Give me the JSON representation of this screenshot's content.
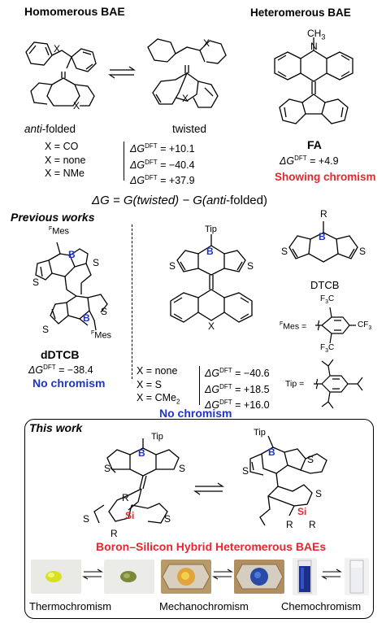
{
  "top": {
    "homomerous_title": "Homomerous BAE",
    "heteromerous_title": "Heteromerous BAE",
    "anti_folded_prefix": "anti",
    "anti_folded_suffix": "-folded",
    "twisted_label": "twisted",
    "fa_label": "FA",
    "fa_dg": "ΔG",
    "fa_dg_value": " = +4.9",
    "showing_chromism": "Showing chromism",
    "x_rows": [
      {
        "x": "X = CO",
        "dg_value": " = +10.1"
      },
      {
        "x": "X = none",
        "dg_value": " = −40.4"
      },
      {
        "x": "X = NMe",
        "dg_value": " = +37.9"
      }
    ],
    "equation_a": "ΔG = G(twisted) − G(",
    "equation_italic": "anti",
    "equation_b": "-folded)"
  },
  "dg": {
    "symbol": "ΔG",
    "sup": "DFT"
  },
  "atoms": {
    "X": "X",
    "B": "B",
    "S": "S",
    "N": "N",
    "Si": "Si",
    "R": "R",
    "CH3": "CH",
    "CH3_sub": "3",
    "Tip": "Tip",
    "FMes": "Mes",
    "F": "F",
    "CF3": "CF",
    "F3C": "F",
    "three": "3",
    "C": "C"
  },
  "previous": {
    "title": "Previous works",
    "dDTCB_label": "dDTCB",
    "dDTCB_dg_value": " = −38.4",
    "no_chromism_1": "No chromism",
    "no_chromism_2": "No chromism",
    "x_rows": [
      {
        "x": "X = none",
        "dg_value": " = −40.6"
      },
      {
        "x": "X = S",
        "dg_value": " = +18.5"
      },
      {
        "x": "X = CMe",
        "x_sub": "2",
        "dg_value": " = +16.0"
      }
    ],
    "dtcb_label": "DTCB",
    "fmes_key": "Mes =",
    "tip_key": "Tip ="
  },
  "this_work": {
    "title": "This work",
    "hybrid_label": "Boron–Silicon Hybrid Heteromerous BAEs",
    "captions": [
      "Thermochromism",
      "Mechanochromism",
      "Chemochromism"
    ]
  },
  "colors": {
    "red": "#e8262e",
    "blue": "#1f35c9",
    "silicon": "#e8262e",
    "yellow": "#d9e021",
    "dark_blue": "#2a4aa8"
  }
}
